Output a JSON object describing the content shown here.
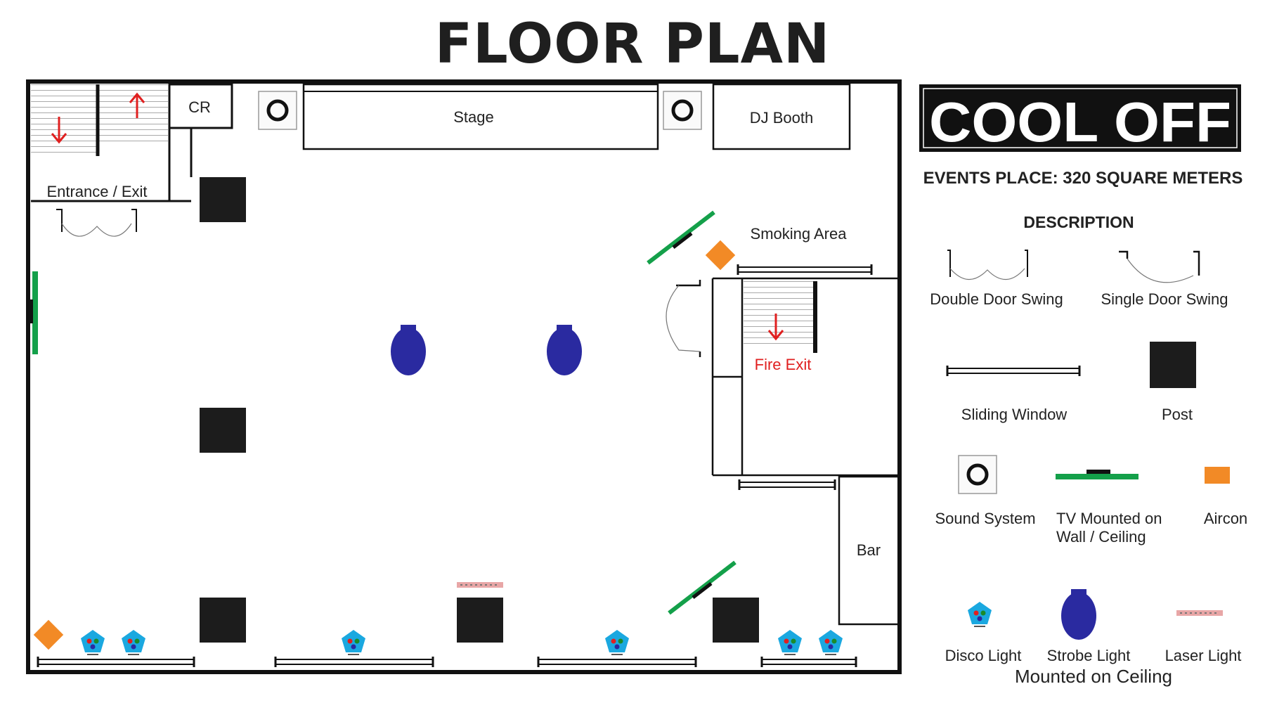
{
  "title": "FLOOR PLAN",
  "logo": {
    "text": "COOL OFF"
  },
  "area_text": "EVENTS PLACE: 320 SQUARE METERS",
  "rooms": {
    "cr": "CR",
    "stage": "Stage",
    "dj_booth": "DJ Booth",
    "entrance": "Entrance / Exit",
    "smoking_area": "Smoking Area",
    "fire_exit": "Fire Exit",
    "bar": "Bar"
  },
  "legend": {
    "heading": "DESCRIPTION",
    "double_door": "Double Door Swing",
    "single_door": "Single Door Swing",
    "sliding_window": "Sliding Window",
    "post": "Post",
    "sound_system": "Sound System",
    "tv_line1": "TV Mounted on",
    "tv_line2": "Wall / Ceiling",
    "aircon": "Aircon",
    "disco_light": "Disco Light",
    "strobe_light": "Strobe Light",
    "laser_light": "Laser Light",
    "ceiling_note": "Mounted on Ceiling"
  },
  "colors": {
    "wall": "#111111",
    "post": "#1c1c1c",
    "tv": "#14a04a",
    "aircon": "#f28a26",
    "strobe": "#2a2aa0",
    "disco": "#1aa8e0",
    "laser": "#e8a6a6",
    "exit_arrow": "#e02020"
  }
}
